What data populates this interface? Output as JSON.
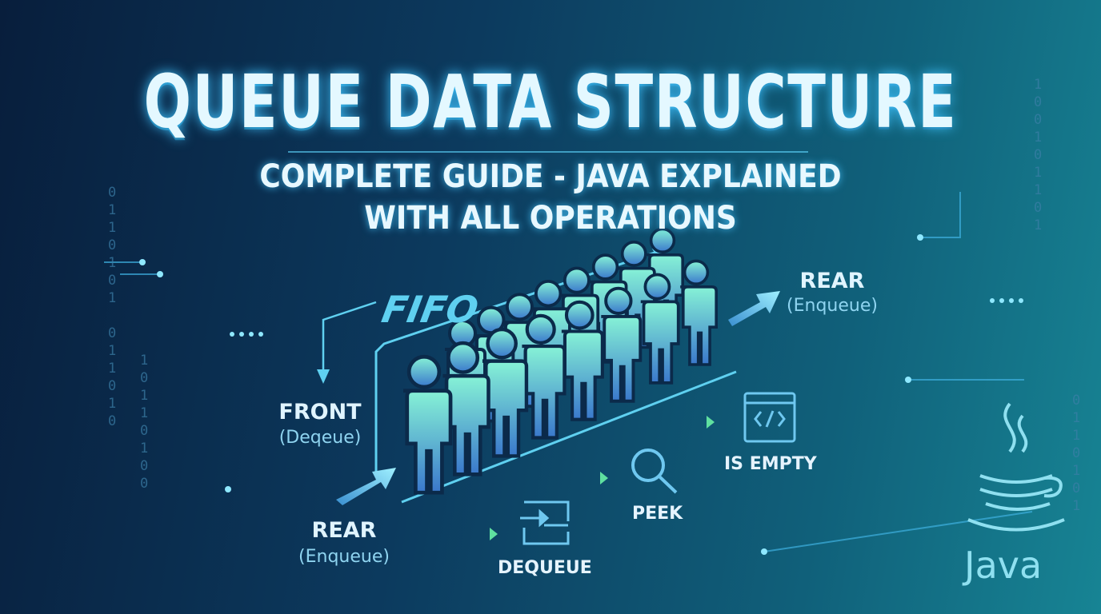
{
  "title": "QUEUE DATA STRUCTURE",
  "subtitle": [
    "COMPLETE GUIDE - JAVA EXPLAINED",
    "WITH ALL OPERATIONS"
  ],
  "diagram": {
    "fifo": "FIFO",
    "front": {
      "label": "FRONT",
      "sub": "(Deqeue)"
    },
    "rear_left": {
      "label": "REAR",
      "sub": "(Enqueue)"
    },
    "rear_right": {
      "label": "REAR",
      "sub": "(Enqueue)"
    },
    "operations": [
      {
        "label": "DEQUEUE",
        "icon": "dequeue-icon"
      },
      {
        "label": "PEEK",
        "icon": "magnifier-icon"
      },
      {
        "label": "IS EMPTY",
        "icon": "code-window-icon"
      }
    ],
    "people_count": 16
  },
  "logo": {
    "text": "Java",
    "icon": "java-coffee-cup-icon"
  },
  "binary": {
    "left": "0\n1\n1\n0\n1\n0\n1\n\n0\n1\n1\n0\n1\n0",
    "left2": "1\n0\n1\n1\n0\n1\n0\n0",
    "right": "1\n0\n0\n1\n0\n1\n1\n0\n1",
    "right2": "0\n1\n1\n0\n1\n0\n1"
  },
  "colors": {
    "accent": "#5fd0f0",
    "person_top": "#7ff0d8",
    "person_bottom": "#3a7fd0"
  }
}
